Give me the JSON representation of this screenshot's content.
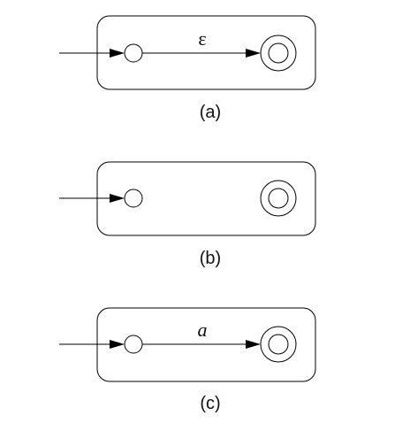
{
  "panels": [
    {
      "caption": "(a)",
      "has_transition": true,
      "transition_label": "ε",
      "label_italic": false
    },
    {
      "caption": "(b)",
      "has_transition": false,
      "transition_label": "",
      "label_italic": false
    },
    {
      "caption": "(c)",
      "has_transition": true,
      "transition_label": "a",
      "label_italic": true
    }
  ]
}
